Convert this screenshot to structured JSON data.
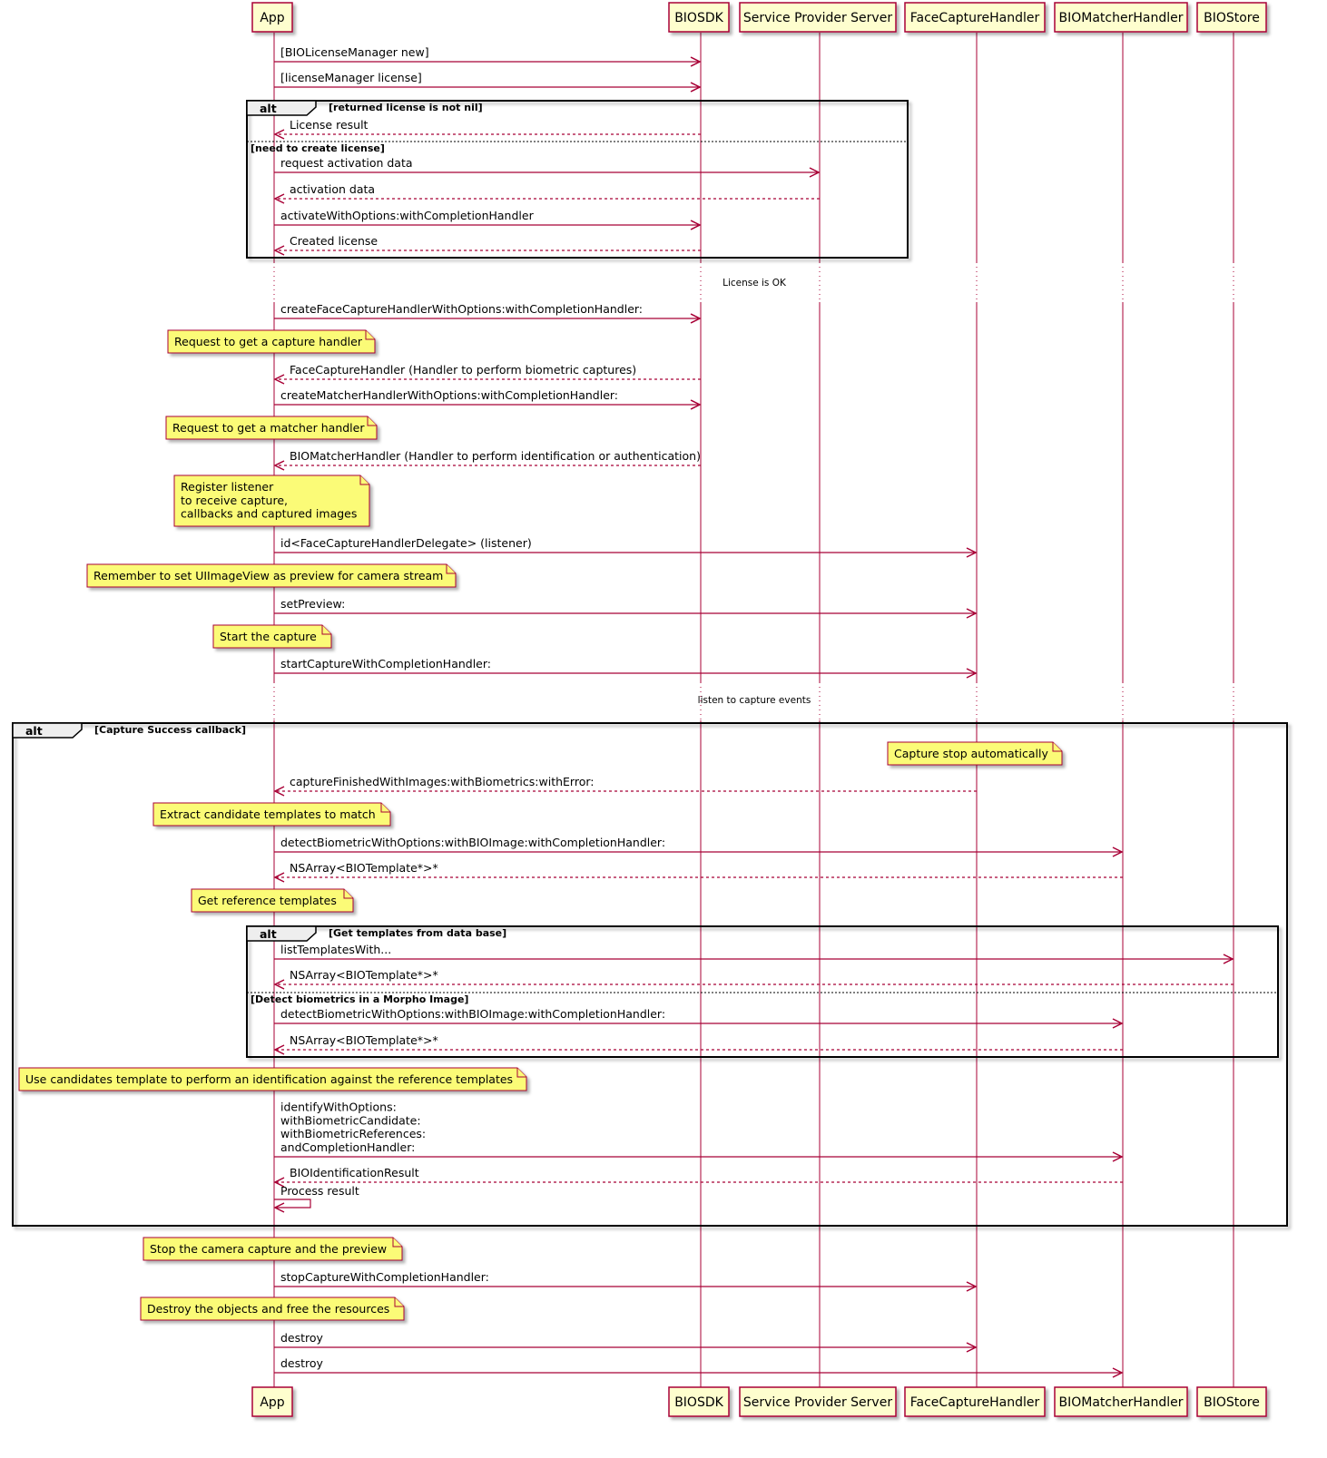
{
  "colors": {
    "accent": "#A80036",
    "participant_fill": "#FEFECE",
    "note_fill": "#FBFB77",
    "frame_border": "#000000"
  },
  "participants": [
    {
      "id": "app",
      "label": "App"
    },
    {
      "id": "biosdk",
      "label": "BIOSDK"
    },
    {
      "id": "sps",
      "label": "Service Provider Server"
    },
    {
      "id": "fch",
      "label": "FaceCaptureHandler"
    },
    {
      "id": "bmh",
      "label": "BIOMatcherHandler"
    },
    {
      "id": "store",
      "label": "BIOStore"
    }
  ],
  "frames": [
    {
      "label": "alt",
      "condition": "[returned license is not nil]",
      "else_condition": "[need to create license]"
    },
    {
      "label": "alt",
      "condition": "[Capture Success callback]"
    },
    {
      "label": "alt",
      "condition": "[Get templates from data base]",
      "else_condition": "[Detect biometrics in a Morpho Image]"
    }
  ],
  "delays": [
    "License is OK",
    "listen to capture events"
  ],
  "messages": [
    {
      "from": "app",
      "to": "biosdk",
      "label": [
        "[BIOLicenseManager new]"
      ],
      "dashed": false
    },
    {
      "from": "app",
      "to": "biosdk",
      "label": [
        "[licenseManager license]"
      ],
      "dashed": false
    },
    {
      "from": "biosdk",
      "to": "app",
      "label": [
        "License result"
      ],
      "dashed": true
    },
    {
      "from": "app",
      "to": "sps",
      "label": [
        "request activation data"
      ],
      "dashed": false
    },
    {
      "from": "sps",
      "to": "app",
      "label": [
        "activation data"
      ],
      "dashed": true
    },
    {
      "from": "app",
      "to": "biosdk",
      "label": [
        "activateWithOptions:withCompletionHandler"
      ],
      "dashed": false
    },
    {
      "from": "biosdk",
      "to": "app",
      "label": [
        "Created license"
      ],
      "dashed": true
    },
    {
      "from": "app",
      "to": "biosdk",
      "label": [
        "createFaceCaptureHandlerWithOptions:withCompletionHandler:"
      ],
      "dashed": false
    },
    {
      "from": "biosdk",
      "to": "app",
      "label": [
        "FaceCaptureHandler (Handler to perform biometric captures)"
      ],
      "dashed": true
    },
    {
      "from": "app",
      "to": "biosdk",
      "label": [
        "createMatcherHandlerWithOptions:withCompletionHandler:"
      ],
      "dashed": false
    },
    {
      "from": "biosdk",
      "to": "app",
      "label": [
        "BIOMatcherHandler (Handler to perform identification or authentication)"
      ],
      "dashed": true
    },
    {
      "from": "app",
      "to": "fch",
      "label": [
        "id<FaceCaptureHandlerDelegate> (listener)"
      ],
      "dashed": false
    },
    {
      "from": "app",
      "to": "fch",
      "label": [
        "setPreview:"
      ],
      "dashed": false
    },
    {
      "from": "app",
      "to": "fch",
      "label": [
        "startCaptureWithCompletionHandler:"
      ],
      "dashed": false
    },
    {
      "from": "fch",
      "to": "app",
      "label": [
        "captureFinishedWithImages:withBiometrics:withError:"
      ],
      "dashed": true
    },
    {
      "from": "app",
      "to": "bmh",
      "label": [
        "detectBiometricWithOptions:withBIOImage:withCompletionHandler:"
      ],
      "dashed": false
    },
    {
      "from": "bmh",
      "to": "app",
      "label": [
        "NSArray<BIOTemplate*>*"
      ],
      "dashed": true
    },
    {
      "from": "app",
      "to": "store",
      "label": [
        "listTemplatesWith..."
      ],
      "dashed": false
    },
    {
      "from": "store",
      "to": "app",
      "label": [
        "NSArray<BIOTemplate*>*"
      ],
      "dashed": true
    },
    {
      "from": "app",
      "to": "bmh",
      "label": [
        "detectBiometricWithOptions:withBIOImage:withCompletionHandler:"
      ],
      "dashed": false
    },
    {
      "from": "bmh",
      "to": "app",
      "label": [
        "NSArray<BIOTemplate*>*"
      ],
      "dashed": true
    },
    {
      "from": "app",
      "to": "bmh",
      "label": [
        "identifyWithOptions:",
        "withBiometricCandidate:",
        "withBiometricReferences:",
        "andCompletionHandler:"
      ],
      "dashed": false
    },
    {
      "from": "bmh",
      "to": "app",
      "label": [
        "BIOIdentificationResult"
      ],
      "dashed": true
    },
    {
      "from": "app",
      "to": "app",
      "label": [
        "Process result"
      ],
      "dashed": false
    },
    {
      "from": "app",
      "to": "fch",
      "label": [
        "stopCaptureWithCompletionHandler:"
      ],
      "dashed": false
    },
    {
      "from": "app",
      "to": "fch",
      "label": [
        "destroy"
      ],
      "dashed": false
    },
    {
      "from": "app",
      "to": "bmh",
      "label": [
        "destroy"
      ],
      "dashed": false
    }
  ],
  "notes": [
    {
      "over": "app",
      "lines": [
        "Request to get a capture handler"
      ]
    },
    {
      "over": "app",
      "lines": [
        "Request to get a matcher handler"
      ]
    },
    {
      "over": "app",
      "lines": [
        "Register listener",
        "to receive capture,",
        "callbacks and captured images"
      ]
    },
    {
      "over": "app",
      "lines": [
        "Remember to set UIImageView as preview for camera stream"
      ]
    },
    {
      "over": "app",
      "lines": [
        "Start the capture"
      ]
    },
    {
      "over": "fch",
      "lines": [
        "Capture stop automatically"
      ]
    },
    {
      "over": "app",
      "lines": [
        "Extract candidate templates to match"
      ]
    },
    {
      "over": "app",
      "lines": [
        "Get reference templates"
      ]
    },
    {
      "over": "app",
      "lines": [
        "Use candidates template to perform an identification against the reference templates"
      ]
    },
    {
      "over": "app",
      "lines": [
        "Stop the camera capture and the preview"
      ]
    },
    {
      "over": "app",
      "lines": [
        "Destroy the objects and free the resources"
      ]
    }
  ]
}
